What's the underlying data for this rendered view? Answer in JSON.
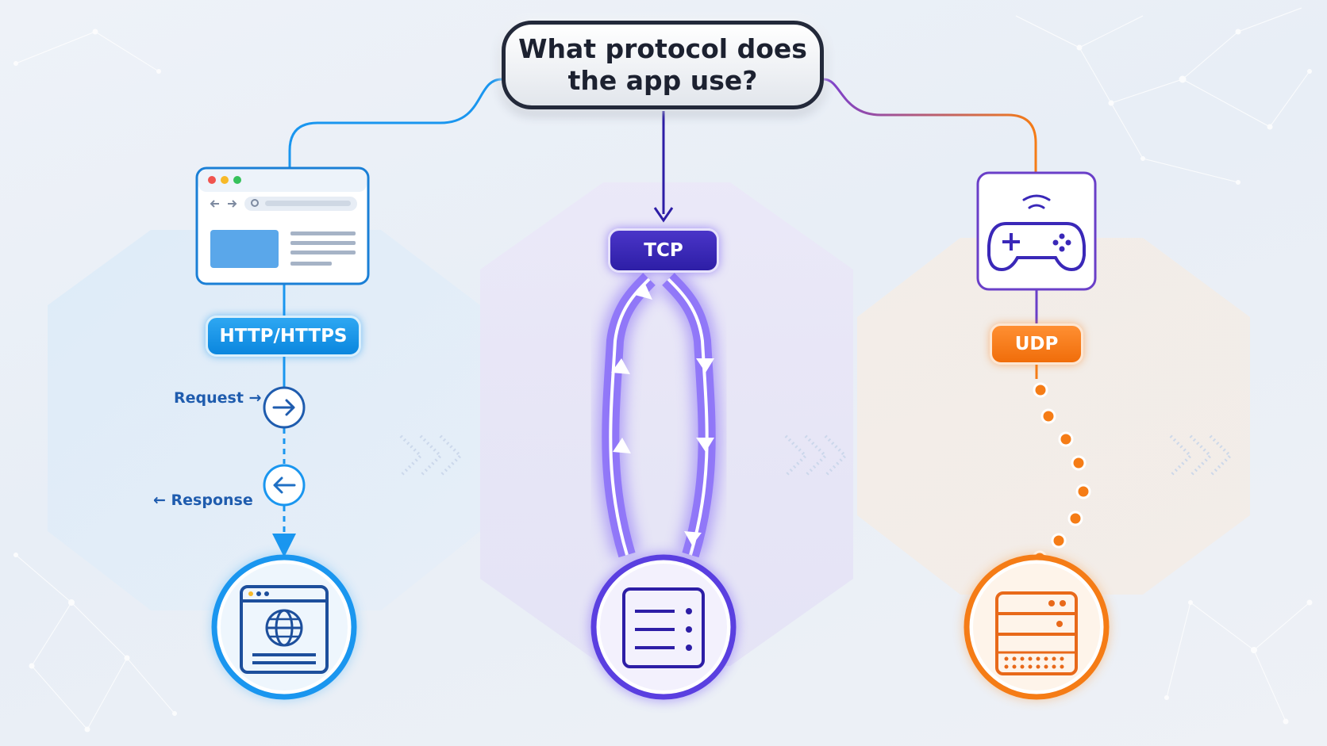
{
  "question": "What protocol does\nthe app use?",
  "branches": [
    {
      "protocol": "HTTP/HTTPS",
      "client": "browser-window-icon",
      "server": "web-globe-icon",
      "color": "#1a96ef"
    },
    {
      "protocol": "TCP",
      "client": "",
      "server": "server-rack-icon",
      "color": "#3a28b8"
    },
    {
      "protocol": "UDP",
      "client": "game-controller-icon",
      "server": "server-box-icon",
      "color": "#f57c16"
    }
  ],
  "http_flow": {
    "request_label": "Request →",
    "response_label": "← Response"
  },
  "colors": {
    "http": "#1a96ef",
    "tcp": "#3a28b8",
    "udp": "#f57c16",
    "dark": "#23293a"
  }
}
